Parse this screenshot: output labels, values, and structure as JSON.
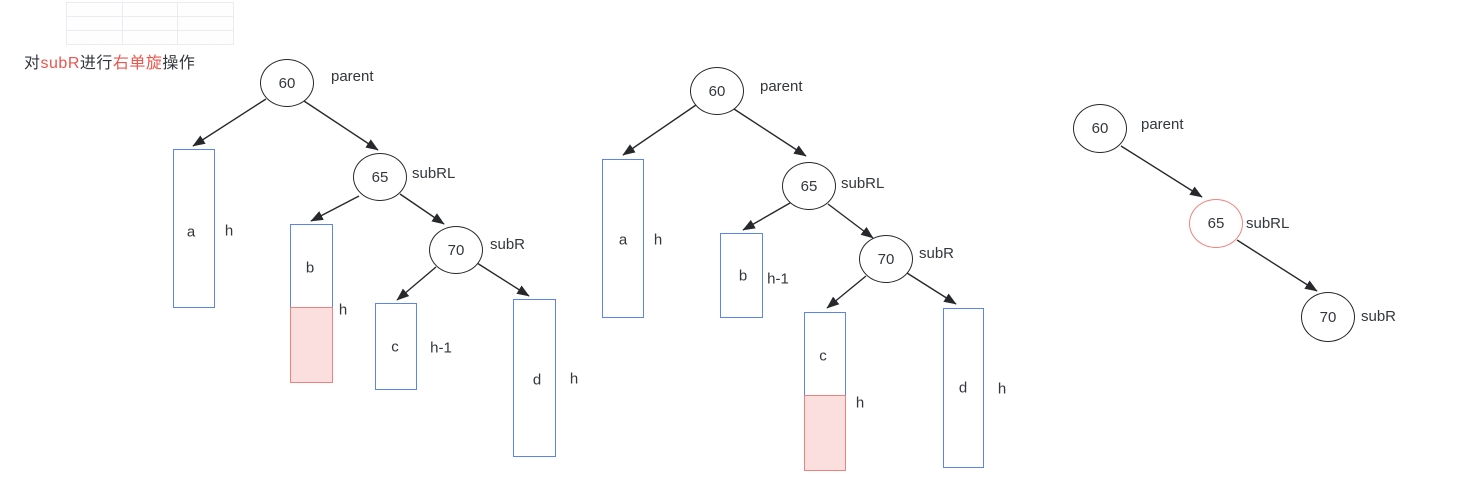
{
  "title": {
    "part1": "对",
    "part2": "subR",
    "part3": "进行",
    "part4": "右单旋",
    "part5": "操作"
  },
  "colors": {
    "ink": "#26282b",
    "caption_red": "#eb564e",
    "subtree_blue": "#5b84f2",
    "extension_border_red": "#f0827d",
    "extension_fill_pink": "#fbdede",
    "grid_gray": "#ebecf1",
    "red_node_border": "#f0827d"
  },
  "trees": [
    {
      "name": "step-1-before-rotation",
      "nodes": [
        {
          "value": "60",
          "label": "parent"
        },
        {
          "value": "65",
          "label": "subRL"
        },
        {
          "value": "70",
          "label": "subR"
        }
      ],
      "subtrees": [
        {
          "letter": "a",
          "height": "h"
        },
        {
          "letter": "b",
          "height": "h"
        },
        {
          "letter": "c",
          "height": "h-1"
        },
        {
          "letter": "d",
          "height": "h"
        }
      ]
    },
    {
      "name": "step-2-height-marked",
      "nodes": [
        {
          "value": "60",
          "label": "parent"
        },
        {
          "value": "65",
          "label": "subRL"
        },
        {
          "value": "70",
          "label": "subR"
        }
      ],
      "subtrees": [
        {
          "letter": "a",
          "height": "h"
        },
        {
          "letter": "b",
          "height": "h-1"
        },
        {
          "letter": "c",
          "height": "h"
        },
        {
          "letter": "d",
          "height": "h"
        }
      ]
    },
    {
      "name": "step-3-rotation-chain",
      "nodes": [
        {
          "value": "60",
          "label": "parent"
        },
        {
          "value": "65",
          "label": "subRL"
        },
        {
          "value": "70",
          "label": "subR"
        }
      ]
    }
  ]
}
